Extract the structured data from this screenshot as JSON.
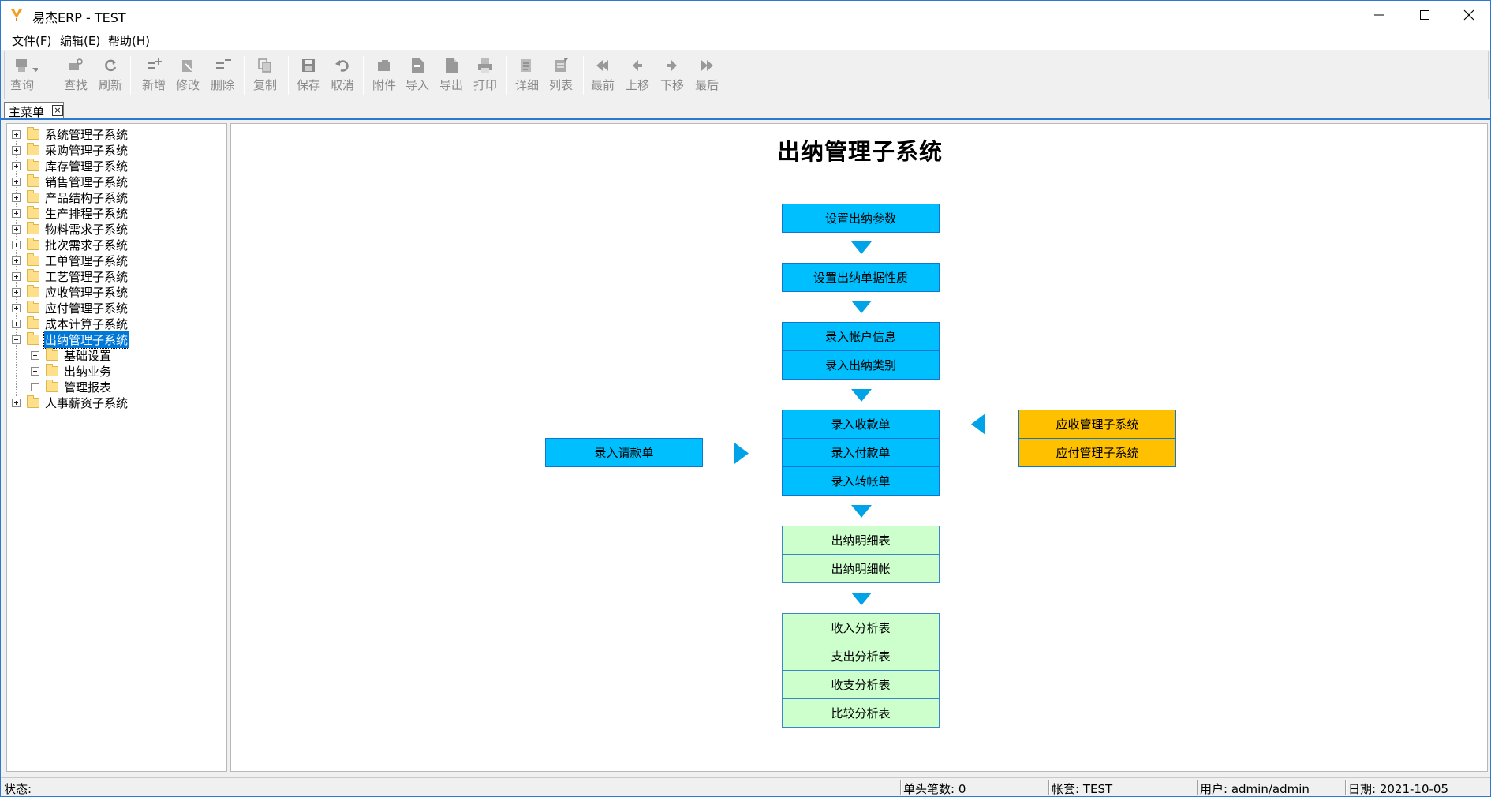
{
  "window": {
    "title": "易杰ERP - TEST"
  },
  "menu": [
    "文件(F)",
    "编辑(E)",
    "帮助(H)"
  ],
  "toolbar": [
    {
      "label": "查询",
      "icon": "query-icon"
    },
    {
      "label": "查找",
      "icon": "find-icon"
    },
    {
      "label": "刷新",
      "icon": "refresh-icon"
    },
    {
      "label": "新增",
      "icon": "add-icon"
    },
    {
      "label": "修改",
      "icon": "edit-icon"
    },
    {
      "label": "删除",
      "icon": "delete-icon"
    },
    {
      "label": "复制",
      "icon": "copy-icon"
    },
    {
      "label": "保存",
      "icon": "save-icon"
    },
    {
      "label": "取消",
      "icon": "undo-icon"
    },
    {
      "label": "附件",
      "icon": "attachment-icon"
    },
    {
      "label": "导入",
      "icon": "import-icon"
    },
    {
      "label": "导出",
      "icon": "export-icon"
    },
    {
      "label": "打印",
      "icon": "print-icon"
    },
    {
      "label": "详细",
      "icon": "detail-icon"
    },
    {
      "label": "列表",
      "icon": "list-icon"
    },
    {
      "label": "最前",
      "icon": "first-icon"
    },
    {
      "label": "上移",
      "icon": "up-icon"
    },
    {
      "label": "下移",
      "icon": "down-icon"
    },
    {
      "label": "最后",
      "icon": "last-icon"
    }
  ],
  "tab": {
    "label": "主菜单",
    "close": "×"
  },
  "tree": [
    {
      "label": "系统管理子系统"
    },
    {
      "label": "采购管理子系统"
    },
    {
      "label": "库存管理子系统"
    },
    {
      "label": "销售管理子系统"
    },
    {
      "label": "产品结构子系统"
    },
    {
      "label": "生产排程子系统"
    },
    {
      "label": "物料需求子系统"
    },
    {
      "label": "批次需求子系统"
    },
    {
      "label": "工单管理子系统"
    },
    {
      "label": "工艺管理子系统"
    },
    {
      "label": "应收管理子系统"
    },
    {
      "label": "应付管理子系统"
    },
    {
      "label": "成本计算子系统"
    },
    {
      "label": "出纳管理子系统",
      "selected": true,
      "children": [
        "基础设置",
        "出纳业务",
        "管理报表"
      ]
    },
    {
      "label": "人事薪资子系统"
    }
  ],
  "flow": {
    "title": "出纳管理子系统",
    "step1": "设置出纳参数",
    "step2": "设置出纳单据性质",
    "step3": [
      "录入帐户信息",
      "录入出纳类别"
    ],
    "step4": [
      "录入收款单",
      "录入付款单",
      "录入转帐单"
    ],
    "left_input": "录入请款单",
    "right_inputs": [
      "应收管理子系统",
      "应付管理子系统"
    ],
    "step5": [
      "出纳明细表",
      "出纳明细帐"
    ],
    "step6": [
      "收入分析表",
      "支出分析表",
      "收支分析表",
      "比较分析表"
    ],
    "colors": {
      "blue": "#00bfff",
      "green": "#ccffcc",
      "orange": "#ffc000",
      "arrow": "#00a2e8"
    }
  },
  "status": {
    "state": "状态:",
    "records": "单头笔数: 0",
    "account_set": "帐套: TEST",
    "user": "用户: admin/admin",
    "date": "日期: 2021-10-05"
  }
}
